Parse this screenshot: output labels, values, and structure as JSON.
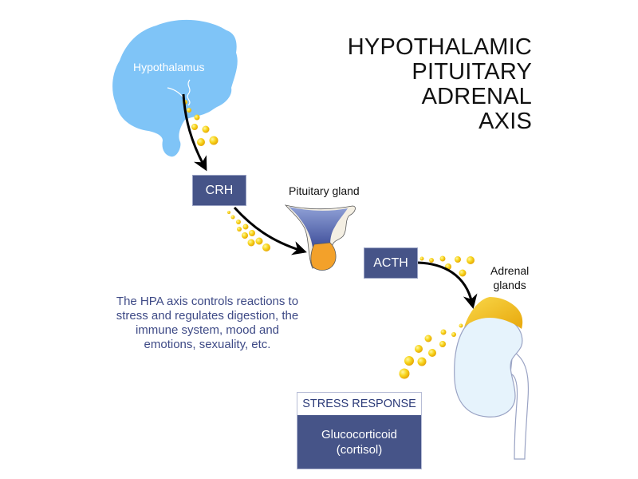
{
  "title": {
    "lines": [
      "HYPOTHALAMIC",
      "PITUITARY",
      "ADRENAL",
      "AXIS"
    ]
  },
  "labels": {
    "hypothalamus": "Hypothalamus",
    "pituitary_gland": "Pituitary gland",
    "adrenal_line1": "Adrenal",
    "adrenal_line2": "glands"
  },
  "hormones": {
    "crh": "CRH",
    "acth": "ACTH"
  },
  "description": "The HPA axis controls reactions to stress and regulates digestion, the immune system, mood and emotions, sexuality, etc.",
  "stress_response": {
    "heading": "STRESS RESPONSE",
    "line1": "Glucocorticoid",
    "line2": "(cortisol)"
  },
  "colors": {
    "brain": "#7fc4f7",
    "box": "#465488",
    "hormone_dots": "#f7d51a",
    "pituitary_posterior": "#f4efe3",
    "pituitary_anterior": "#5a6cb0",
    "pituitary_lobe": "#f3a12a",
    "adrenal": "#f5c518",
    "kidney": "#e6f3fc"
  }
}
